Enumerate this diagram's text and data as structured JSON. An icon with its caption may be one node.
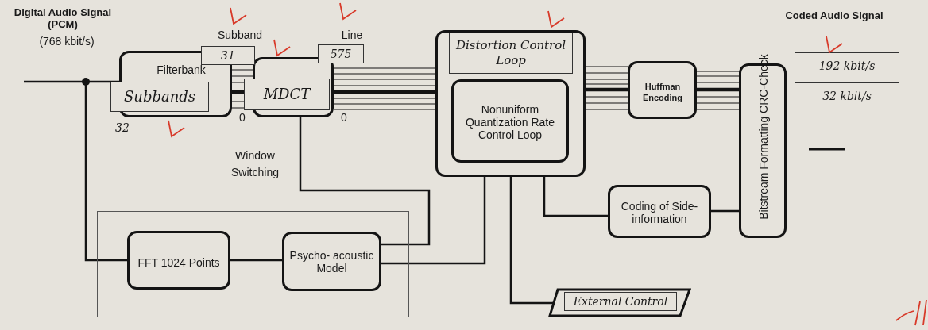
{
  "diagram": {
    "nodes": [
      {
        "text": [
          "Filterbank",
          "Subbands"
        ]
      },
      {
        "text": [
          "MDCT"
        ]
      },
      {
        "text": [
          "Distortion Control Loop"
        ]
      },
      {
        "text": [
          "Nonuniform Quantization Rate Control Loop"
        ],
        "in": 2
      },
      {
        "text": [
          "Huffman Encoding"
        ]
      },
      {
        "text": [
          "Bitstream Formatting CRC-Check"
        ]
      },
      {
        "text": [
          "Coding of Side-information"
        ]
      },
      {
        "text": [],
        "shape": "box"
      },
      {
        "text": [
          "FFT 1024 Points"
        ],
        "in": 7
      },
      {
        "text": [
          "Psycho- acoustic Model"
        ],
        "in": 7
      },
      {
        "text": [
          "External Control"
        ]
      }
    ],
    "edges": [
      {
        "from": null,
        "to": 0,
        "arrow": "none"
      },
      {
        "from": null,
        "to": 8,
        "arrow": "other"
      },
      {
        "from": 0,
        "to": 1,
        "arrow": "none"
      },
      {
        "from": 1,
        "to": 2,
        "arrow": "none"
      },
      {
        "from": 2,
        "to": 4,
        "arrow": "none"
      },
      {
        "from": 4,
        "to": 5,
        "arrow": "none"
      },
      {
        "from": 1,
        "to": 9,
        "arrow": "none"
      },
      {
        "from": 8,
        "to": 9,
        "arrow": "none"
      },
      {
        "from": 9,
        "to": 2,
        "arrow": "none"
      },
      {
        "from": 2,
        "to": 6,
        "arrow": "none"
      },
      {
        "from": 2,
        "to": 10,
        "arrow": "none"
      },
      {
        "from": 6,
        "to": 5,
        "arrow": "none"
      }
    ],
    "labels": [
      "Digital Audio Signal (PCM)",
      "(768 kbit/s)",
      "Subband",
      "Line",
      "Coded Audio Signal",
      "31",
      "575",
      "192 kbit/s",
      "0",
      "0",
      "32 kbit/s",
      "32",
      "Window Switching"
    ]
  }
}
